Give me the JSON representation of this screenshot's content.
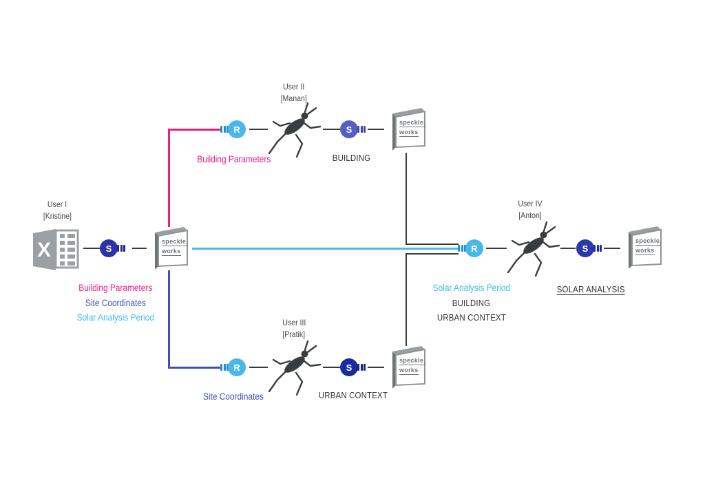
{
  "diagram": {
    "users": {
      "user1": {
        "line1": "User I",
        "line2": "[Kristine]"
      },
      "user2": {
        "line1": "User II",
        "line2": "[Manan]"
      },
      "user3": {
        "line1": "User III",
        "line2": "[Pratik]"
      },
      "user4": {
        "line1": "User IV",
        "line2": "[Anton]"
      }
    },
    "speckle": {
      "line1": "speckle.",
      "line2": "works"
    },
    "excel_letter": "X",
    "sender_letter": "S",
    "receiver_letter": "R",
    "left": {
      "stream1": "Building Parameters",
      "stream2": "Site Coordinates",
      "stream3": "Solar Analysis Period"
    },
    "top": {
      "input_stream": "Building Parameters",
      "output": "BUILDING"
    },
    "bottom": {
      "input_stream": "Site Coordinates",
      "output": "URBAN CONTEXT"
    },
    "right": {
      "stream1": "Solar Analysis Period",
      "stream2": "BUILDING",
      "stream3": "URBAN CONTEXT",
      "output": "SOLAR ANALYSIS"
    },
    "colors": {
      "magenta": "#EC1E80",
      "indigo": "#3F51B5",
      "light_blue": "#45BDEE",
      "sender_blue": "#2B33A6",
      "receiver_blue": "#47B8E9",
      "line_black": "#3A3A3A",
      "gray": "#9AA0A4"
    }
  }
}
